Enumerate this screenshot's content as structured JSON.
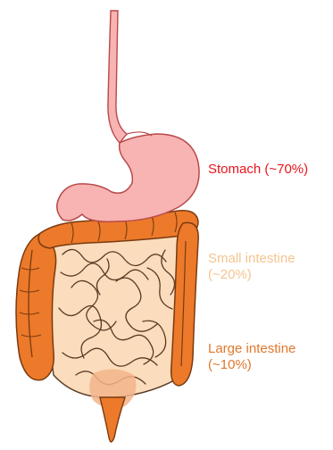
{
  "labels": {
    "stomach": {
      "text": "Stomach (~70%)",
      "color": "#e8141c"
    },
    "small_intestine": {
      "line1": "Small intestine",
      "line2": "(~20%)",
      "color": "#f5c48f"
    },
    "large_intestine": {
      "line1": "Large intestine",
      "line2": "(~10%)",
      "color": "#e0782c"
    }
  },
  "colors": {
    "stomach_fill": "#f8b3b3",
    "stomach_outline": "#b84a4a",
    "small_intestine_fill": "#fbdcbc",
    "small_intestine_outline": "#5a3a24",
    "large_intestine_fill": "#ec7a2a",
    "large_intestine_outline": "#7a3a10"
  }
}
